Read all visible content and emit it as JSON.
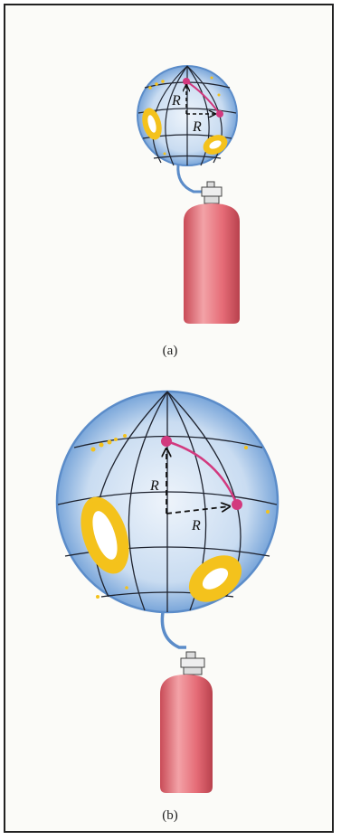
{
  "panels": [
    {
      "caption": "(a)",
      "distance_label_vertical": "R",
      "distance_label_horizontal": "R"
    },
    {
      "caption": "(b)",
      "distance_label_vertical": "R",
      "distance_label_horizontal": "R"
    }
  ],
  "colors": {
    "balloon_fill": "#c9dcf1",
    "balloon_edge": "#5b8cc9",
    "grid_lines": "#1f2430",
    "galaxy": "#f4c21c",
    "path": "#d2397e",
    "tank": "#e7757e",
    "background": "#fbfbf8"
  },
  "icons": [
    "galaxy-icon",
    "star-icon",
    "gas-tank-icon",
    "valve-icon"
  ]
}
